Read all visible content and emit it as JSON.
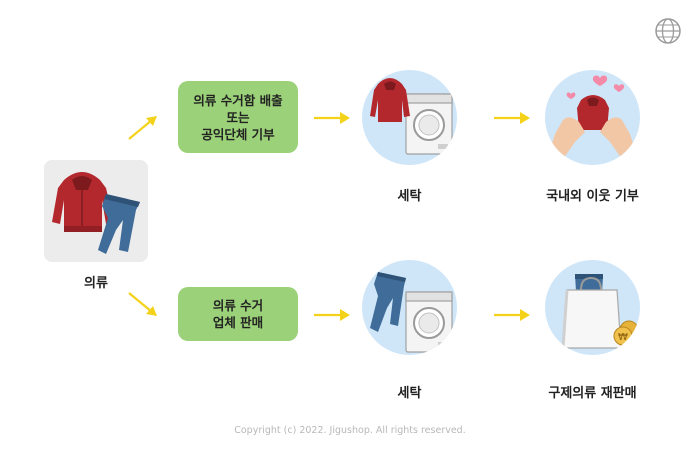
{
  "source": {
    "label": "의류"
  },
  "top_branch": {
    "box_lines": [
      "의류 수거함 배출",
      "또는",
      "공익단체 기부"
    ],
    "step1_label": "세탁",
    "step2_label": "국내외 이웃 기부"
  },
  "bottom_branch": {
    "box_lines": [
      "의류 수거",
      "업체 판매"
    ],
    "step1_label": "세탁",
    "step2_label": "구제의류 재판매"
  },
  "footer": {
    "copyright": "Copyright (c) 2022. Jigushop. All rights reserved."
  },
  "colors": {
    "green_box": "#9bd178",
    "circle": "#cfe6f9",
    "arrow": "#f5d21a",
    "hoodie": "#b3282d",
    "jeans": "#3f6c98"
  },
  "icons": [
    "globe-icon",
    "hoodie-icon",
    "jeans-icon",
    "washing-machine-icon",
    "hands-heart-icon",
    "shopping-bag-icon",
    "coin-icon"
  ]
}
